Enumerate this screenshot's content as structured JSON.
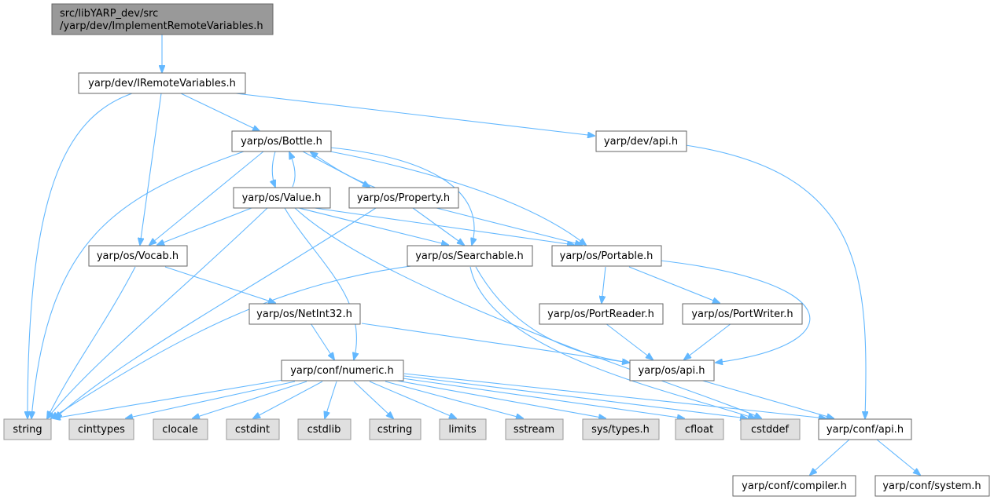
{
  "graph": {
    "root": {
      "line1": "src/libYARP_dev/src",
      "line2": "/yarp/dev/ImplementRemoteVariables.h"
    },
    "nodes": {
      "iremote": "yarp/dev/IRemoteVariables.h",
      "bottle": "yarp/os/Bottle.h",
      "devapi": "yarp/dev/api.h",
      "value": "yarp/os/Value.h",
      "property": "yarp/os/Property.h",
      "vocab": "yarp/os/Vocab.h",
      "searchable": "yarp/os/Searchable.h",
      "portable": "yarp/os/Portable.h",
      "netint": "yarp/os/NetInt32.h",
      "portreader": "yarp/os/PortReader.h",
      "portwriter": "yarp/os/PortWriter.h",
      "numeric": "yarp/conf/numeric.h",
      "osapi": "yarp/os/api.h",
      "confapi": "yarp/conf/api.h",
      "compiler": "yarp/conf/compiler.h",
      "system": "yarp/conf/system.h",
      "string": "string",
      "cinttypes": "cinttypes",
      "clocale": "clocale",
      "cstdint": "cstdint",
      "cstdlib": "cstdlib",
      "cstring": "cstring",
      "limits": "limits",
      "sstream": "sstream",
      "systypes": "sys/types.h",
      "cfloat": "cfloat",
      "cstddef": "cstddef"
    },
    "colors": {
      "edge": "#63b8ff",
      "root_fill": "#999999",
      "external_fill": "#e0e0e0",
      "border": "#666666"
    }
  }
}
